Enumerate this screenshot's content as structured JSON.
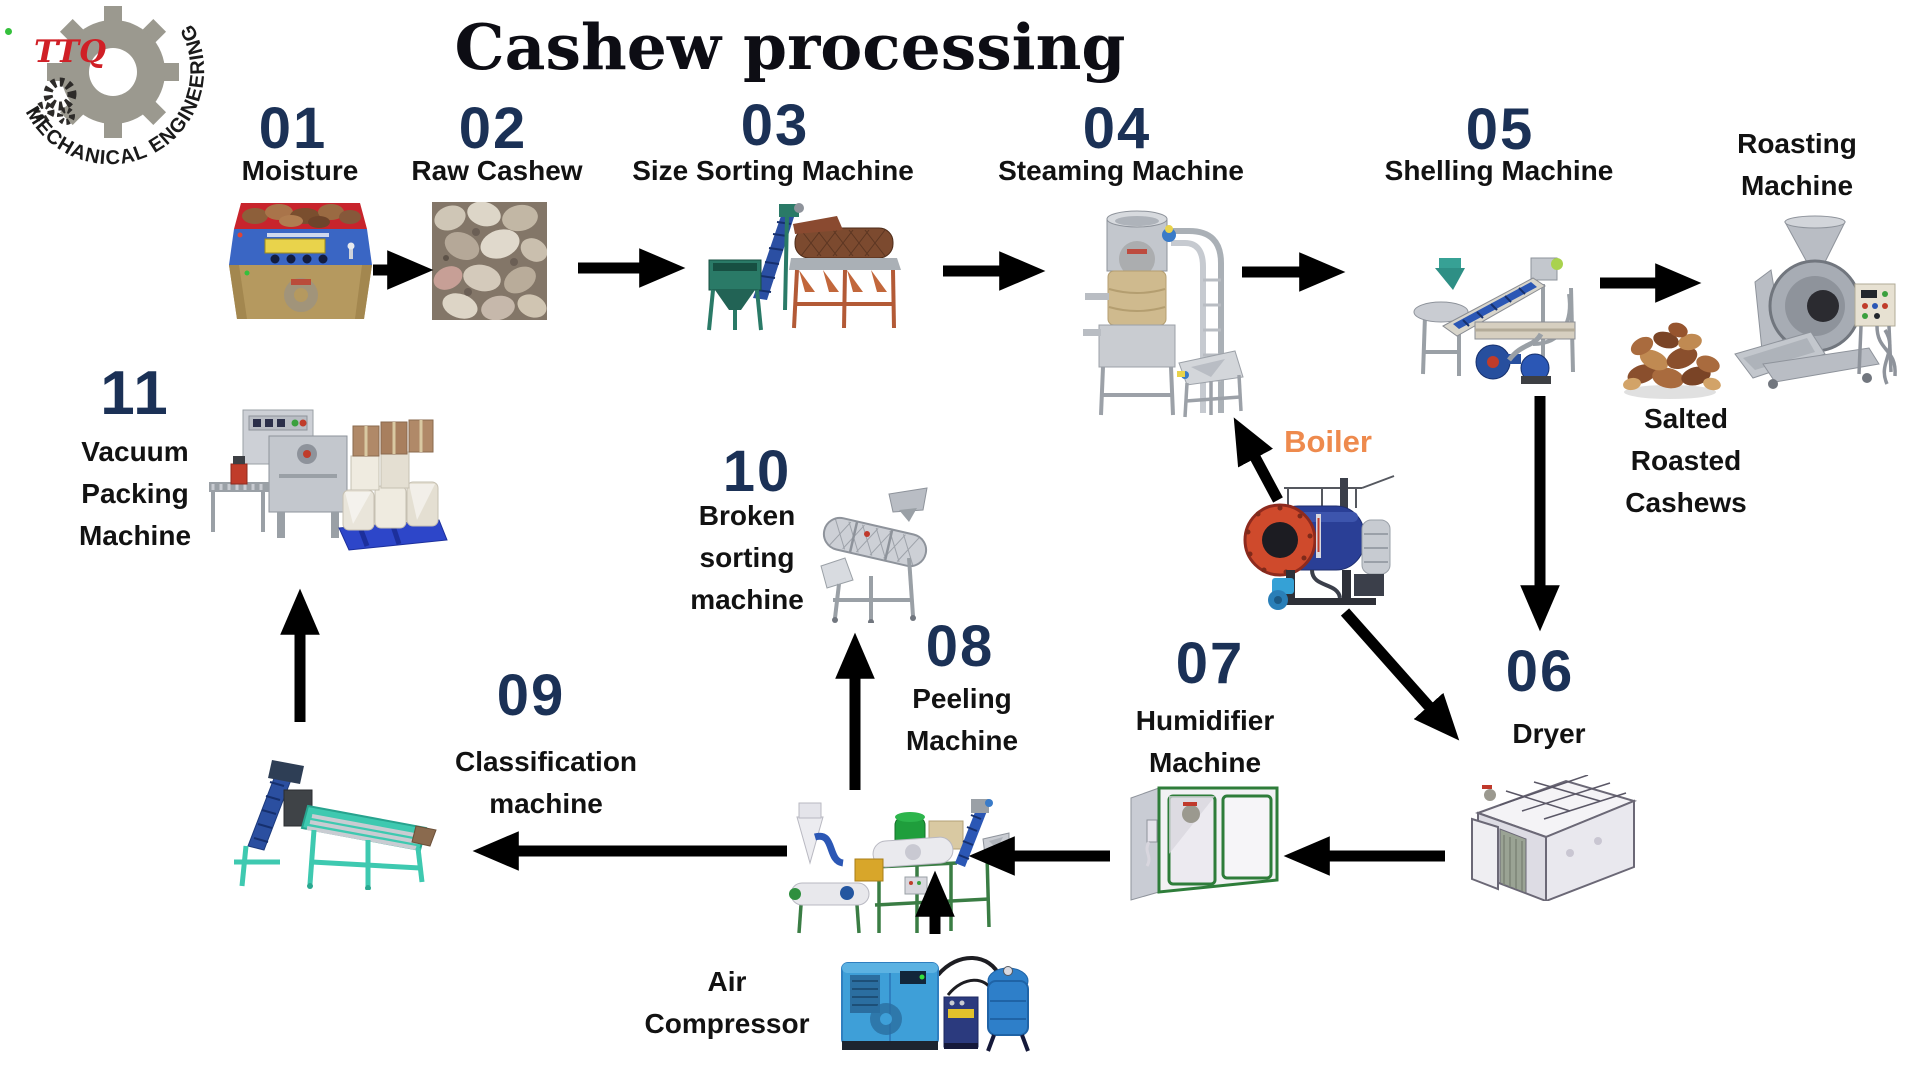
{
  "title": "Cashew processing",
  "logo": {
    "abbr": "TTQ",
    "arc_text": "MECHANICAL ENGINEERING"
  },
  "steps": [
    {
      "num": "01",
      "label": "Moisture"
    },
    {
      "num": "02",
      "label": "Raw Cashew"
    },
    {
      "num": "03",
      "label": "Size Sorting Machine"
    },
    {
      "num": "04",
      "label": "Steaming Machine"
    },
    {
      "num": "05",
      "label": "Shelling Machine"
    },
    {
      "num": "06",
      "label": "Dryer"
    },
    {
      "num": "07",
      "label": "Humidifier\nMachine"
    },
    {
      "num": "08",
      "label": "Peeling\nMachine"
    },
    {
      "num": "09",
      "label": "Classification\nmachine"
    },
    {
      "num": "10",
      "label": "Broken\nsorting\nmachine"
    },
    {
      "num": "11",
      "label": "Vacuum\nPacking\nMachine"
    }
  ],
  "annotations": {
    "roasting_machine": "Roasting\nMachine",
    "salted_roasted_cashews": "Salted\nRoasted\nCashews",
    "boiler": "Boiler",
    "air_compressor": "Air\nCompressor"
  },
  "flow": [
    "01>02",
    "02>03",
    "03>04",
    "04>05",
    "05>roasting",
    "05>06",
    "boiler>04",
    "boiler>06",
    "06>07",
    "07>08",
    "08>09",
    "08>10",
    "air_compressor>08",
    "09>11"
  ],
  "colors": {
    "step_number": "#1b3156",
    "label_text": "#121212",
    "boiler_label": "#ee8a4d",
    "title_text": "#0d0d14",
    "logo_red": "#d01f26",
    "logo_gear": "#9b998f",
    "arrow": "#000000"
  }
}
